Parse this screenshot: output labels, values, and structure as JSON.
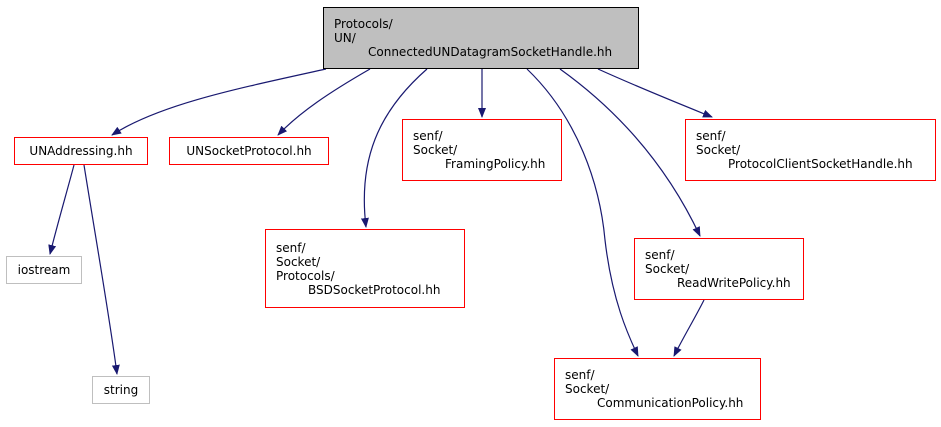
{
  "diagram": {
    "colors": {
      "edge": "#191970",
      "root_fill": "#bfbfbf",
      "project_border": "#ff0000",
      "external_border": "#bfbfbf"
    },
    "nodes": [
      {
        "id": "root",
        "kind": "root",
        "lines": [
          "Protocols/",
          "UN/",
          "ConnectedUNDatagramSocketHandle.hh"
        ]
      },
      {
        "id": "unaddressing",
        "kind": "project",
        "lines": [
          "UNAddressing.hh"
        ]
      },
      {
        "id": "unsocketprotocol",
        "kind": "project",
        "lines": [
          "UNSocketProtocol.hh"
        ]
      },
      {
        "id": "framingpolicy",
        "kind": "project",
        "lines": [
          "senf/",
          "Socket/",
          "FramingPolicy.hh"
        ]
      },
      {
        "id": "protocolclientsockethandle",
        "kind": "project",
        "lines": [
          "senf/",
          "Socket/",
          "ProtocolClientSocketHandle.hh"
        ]
      },
      {
        "id": "bsdsocketprotocol",
        "kind": "project",
        "lines": [
          "senf/",
          "Socket/",
          "Protocols/",
          "BSDSocketProtocol.hh"
        ]
      },
      {
        "id": "readwritepolicy",
        "kind": "project",
        "lines": [
          "senf/",
          "Socket/",
          "ReadWritePolicy.hh"
        ]
      },
      {
        "id": "communicationpolicy",
        "kind": "project",
        "lines": [
          "senf/",
          "Socket/",
          "CommunicationPolicy.hh"
        ]
      },
      {
        "id": "iostream",
        "kind": "external",
        "lines": [
          "iostream"
        ]
      },
      {
        "id": "string",
        "kind": "external",
        "lines": [
          "string"
        ]
      }
    ],
    "edges": [
      {
        "from": "root",
        "to": "unaddressing"
      },
      {
        "from": "root",
        "to": "unsocketprotocol"
      },
      {
        "from": "root",
        "to": "bsdsocketprotocol"
      },
      {
        "from": "root",
        "to": "framingpolicy"
      },
      {
        "from": "root",
        "to": "communicationpolicy"
      },
      {
        "from": "root",
        "to": "readwritepolicy"
      },
      {
        "from": "root",
        "to": "protocolclientsockethandle"
      },
      {
        "from": "unaddressing",
        "to": "iostream"
      },
      {
        "from": "unaddressing",
        "to": "string"
      },
      {
        "from": "readwritepolicy",
        "to": "communicationpolicy"
      }
    ]
  }
}
